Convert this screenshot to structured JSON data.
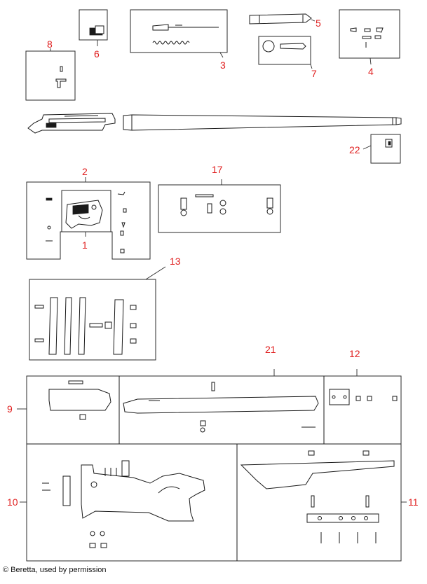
{
  "callouts": {
    "c1": "1",
    "c2": "2",
    "c3": "3",
    "c4": "4",
    "c5": "5",
    "c6": "6",
    "c7": "7",
    "c8": "8",
    "c9": "9",
    "c10": "10",
    "c11": "11",
    "c12": "12",
    "c13": "13",
    "c17": "17",
    "c21": "21",
    "c22": "22"
  },
  "copyright": "© Beretta, used by permission",
  "colors": {
    "callout": "#e02020",
    "line": "#1a1a1a"
  }
}
